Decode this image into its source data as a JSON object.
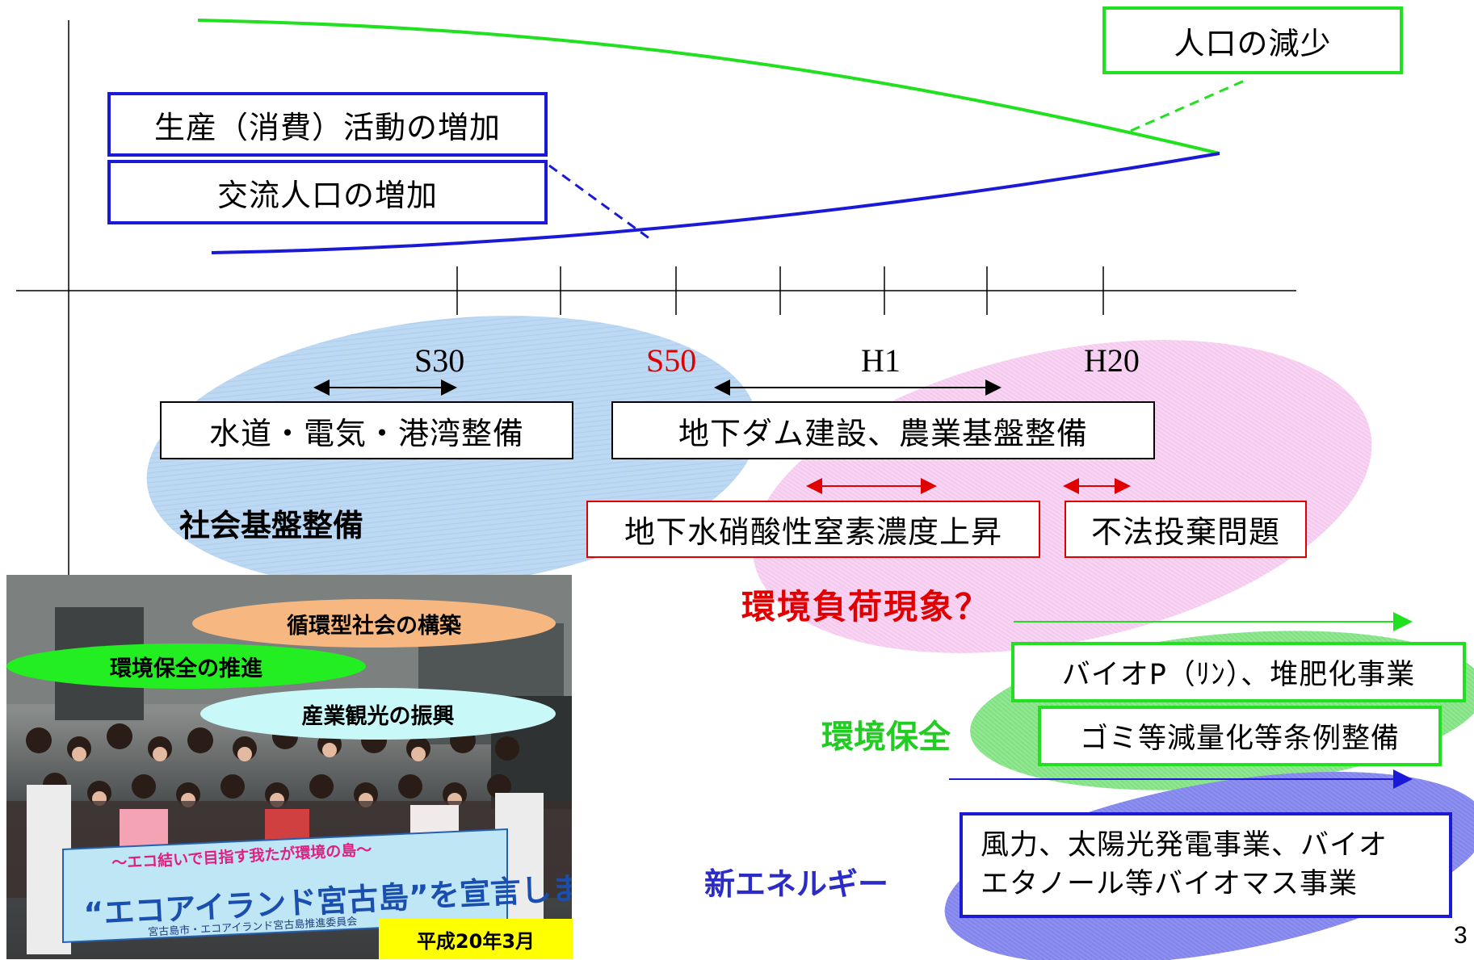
{
  "top_boxes": {
    "production": "生産（消費）活動の増加",
    "visitors": "交流人口の増加",
    "population": "人口の減少"
  },
  "timeline": {
    "labels": [
      "S30",
      "S50",
      "H1",
      "H20"
    ],
    "highlight_color": "#e00000"
  },
  "infrastructure": {
    "box1": "水道・電気・港湾整備",
    "box2": "地下ダム建設、農業基盤整備",
    "label": "社会基盤整備"
  },
  "environment_load": {
    "box1": "地下水硝酸性窒素濃度上昇",
    "box2": "不法投棄問題",
    "label": "環境負荷現象？"
  },
  "environment_conservation": {
    "label": "環境保全",
    "box1": "バイオP（ﾘﾝ）、堆肥化事業",
    "box2": "ゴミ等減量化等条例整備"
  },
  "new_energy": {
    "label": "新エネルギー",
    "line1": "風力、太陽光発電事業、バイオ",
    "line2": "エタノール等バイオマス事業"
  },
  "photo": {
    "bubble1": "循環型社会の構築",
    "bubble2": "環境保全の推進",
    "bubble3": "産業観光の振興",
    "banner_top": "〜エコ結いで目指す我たが環境の島〜",
    "banner_main": "“エコアイランド宮古島”を宣言します",
    "banner_sub": "宮古島市・エコアイランド宮古島推進委員会",
    "date": "平成20年3月"
  },
  "page_number": "3",
  "colors": {
    "green": "#20e020",
    "blue": "#1a1ad6",
    "red": "#e00000",
    "label_green": "#22cc22",
    "label_blue": "#2b2bc8"
  }
}
